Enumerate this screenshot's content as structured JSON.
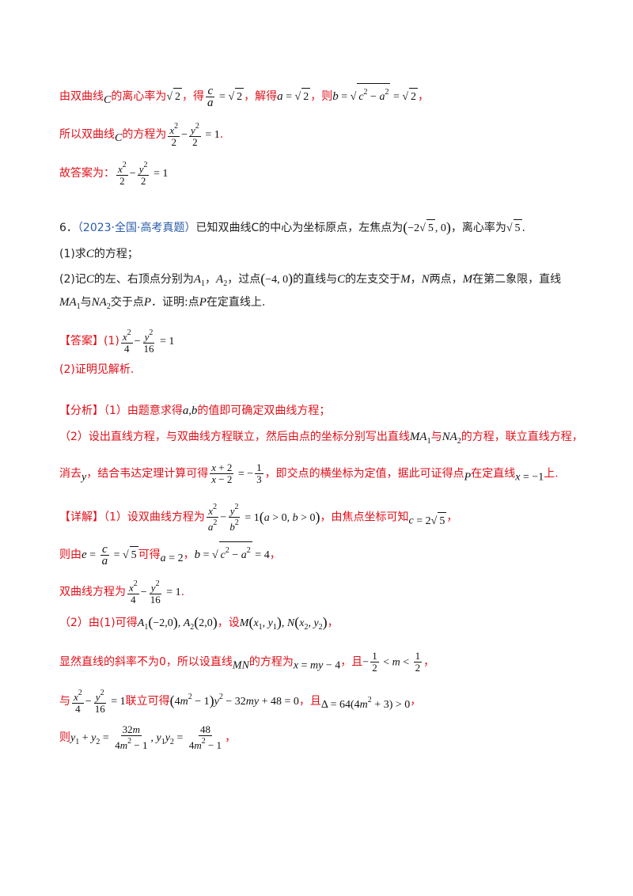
{
  "lines": {
    "l1": {
      "a": "由双曲线",
      "b": "的离心率为",
      "c": "，得",
      "d": "，解得",
      "e": "，则",
      "f": "，"
    },
    "l2": {
      "a": "所以双曲线",
      "b": "的方程为",
      "c": "."
    },
    "l3": {
      "a": "故答案为："
    },
    "q6": {
      "num": "6．",
      "src": "（2023·全国·高考真题）",
      "a": "已知双曲线C的中心为坐标原点，左焦点为",
      "b": "，离心率为",
      "c": "."
    },
    "q1": {
      "a": "(1)求",
      "b": "的方程；"
    },
    "q2": {
      "a": "(2)记",
      "b": "的左、右顶点分别为",
      "c": "，",
      "d": "，过点",
      "e": "的直线与",
      "f": "的左支交于",
      "g": "，",
      "h": "两点，",
      "i": "在第二象限，直线"
    },
    "q2b": {
      "a": "与",
      "b": "交于点",
      "c": "．证明:点",
      "d": "在定直线上."
    },
    "ans1": {
      "tag": "【答案】",
      "a": "(1)"
    },
    "ans2": {
      "a": "(2)证明见解析."
    },
    "fx1": {
      "tag": "【分析】",
      "a": "（1）由题意求得",
      "b": "的值即可确定双曲线方程；"
    },
    "fx2": {
      "a": "（2）设出直线方程，与双曲线方程联立，然后由点的坐标分别写出直线",
      "b": "与",
      "c": "的方程，联立直线方程，"
    },
    "fx3": {
      "a": "消去",
      "b": "，结合韦达定理计算可得",
      "c": "，即交点的横坐标为定值，据此可证得点",
      "d": "在定直线",
      "e": "上."
    },
    "xj1": {
      "tag": "【详解】",
      "a": "（1）设双曲线方程为",
      "b": "，由焦点坐标可知",
      "c": "，"
    },
    "xj2": {
      "a": "则由",
      "b": "可得",
      "c": "，",
      "d": "，"
    },
    "xj3": {
      "a": "双曲线方程为",
      "b": "."
    },
    "xj4": {
      "a": "（2）由(1)可得",
      "b": "，设",
      "c": "，"
    },
    "xj5": {
      "a": "显然直线的斜率不为0，所以设直线",
      "b": "的方程为",
      "c": "，且",
      "d": "，"
    },
    "xj6": {
      "a": "与",
      "b": "联立可得",
      "c": "，且",
      "d": "，"
    },
    "xj7": {
      "a": "则",
      "b": "，"
    }
  },
  "colors": {
    "red": "#e0101a",
    "blue": "#2a5caa",
    "text": "#222222"
  }
}
